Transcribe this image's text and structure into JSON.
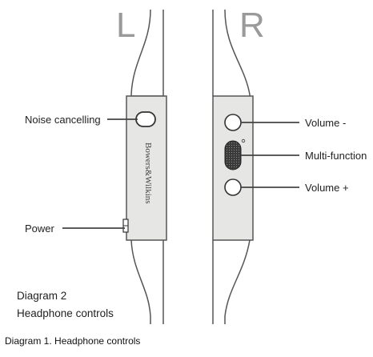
{
  "left_side": {
    "letter": "L",
    "brand_text": "Bowers&Wilkins",
    "controls": [
      {
        "id": "noise",
        "label": "Noise cancelling"
      },
      {
        "id": "power",
        "label": "Power"
      }
    ]
  },
  "right_side": {
    "letter": "R",
    "controls": [
      {
        "id": "vol-minus",
        "label": "Volume -"
      },
      {
        "id": "multi",
        "label": "Multi-function"
      },
      {
        "id": "vol-plus",
        "label": "Volume +"
      }
    ]
  },
  "caption": {
    "line1": "Diagram 2",
    "line2": "Headphone controls"
  },
  "footer_caption": "Diagram 1. Headphone controls",
  "colors": {
    "cable_outline": "#555555",
    "module_fill": "#e6e6e4",
    "letter": "#9a9a9a",
    "leader_line": "#444444",
    "multi_button": "#3a3a3a"
  }
}
